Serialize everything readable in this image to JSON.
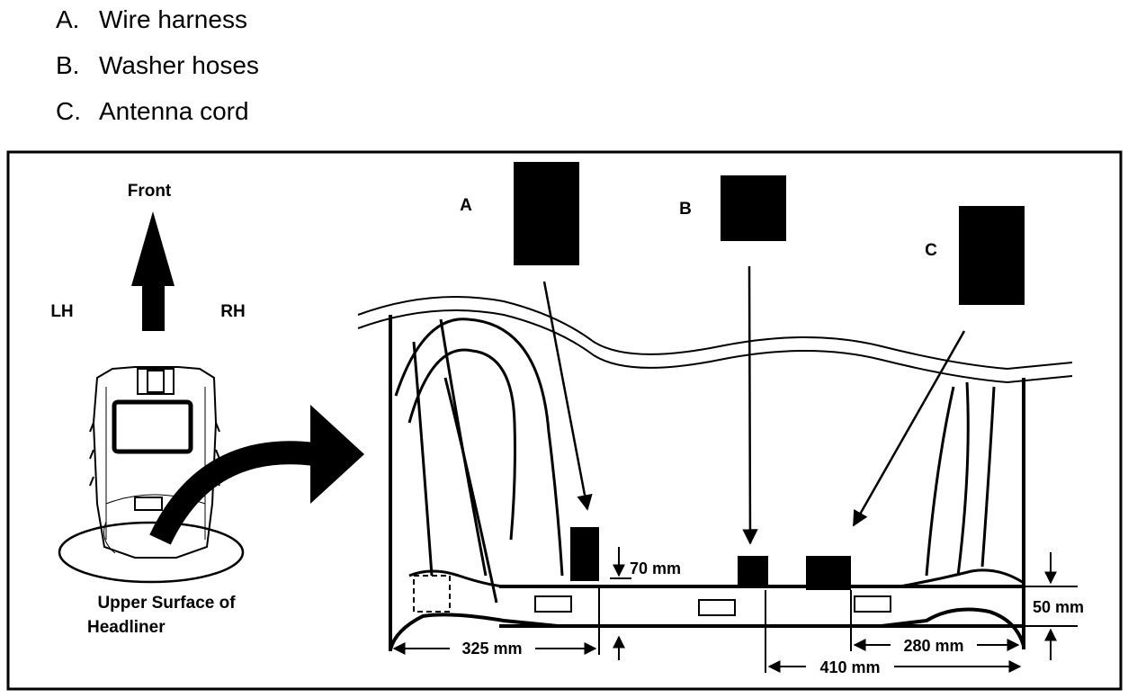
{
  "legend": [
    {
      "letter": "A.",
      "text": "Wire harness"
    },
    {
      "letter": "B.",
      "text": "Washer hoses"
    },
    {
      "letter": "C.",
      "text": "Antenna cord"
    }
  ],
  "diagram": {
    "front_label": "Front",
    "lh_label": "LH",
    "rh_label": "RH",
    "surface_label_line1": "Upper Surface of",
    "surface_label_line2": "Headliner",
    "callout_a": "A",
    "callout_b": "B",
    "callout_c": "C",
    "dim_70": "70 mm",
    "dim_50": "50 mm",
    "dim_325": "325 mm",
    "dim_280": "280 mm",
    "dim_410": "410 mm"
  }
}
